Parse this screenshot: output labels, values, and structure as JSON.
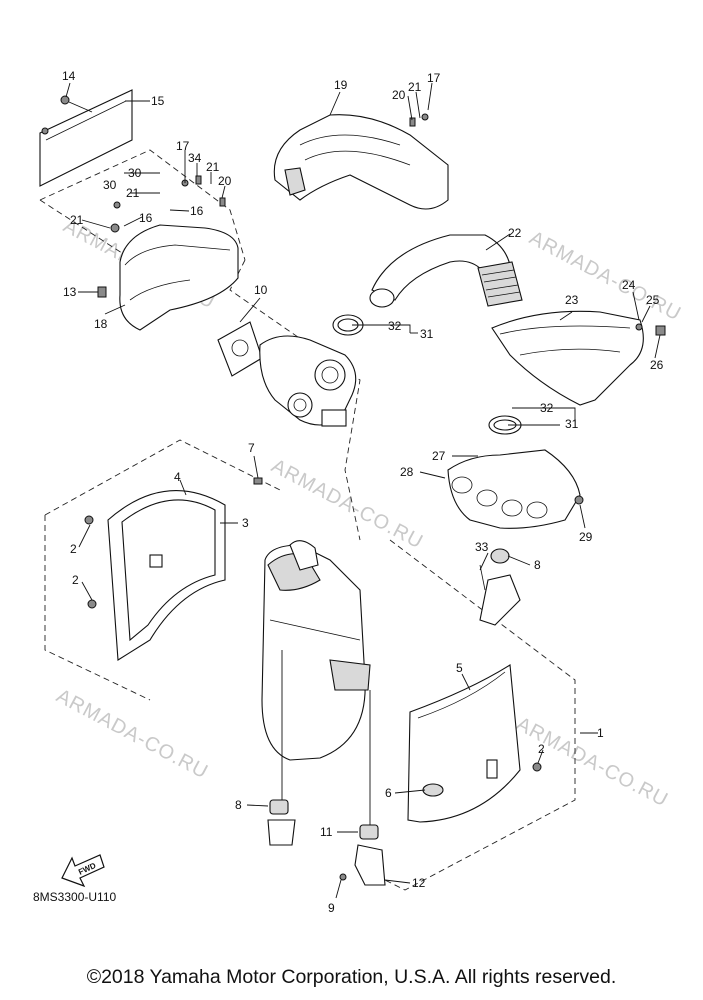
{
  "watermark": "ARMADA-CO.RU",
  "diagram_code": "8MS3300-U110",
  "copyright": "©2018 Yamaha Motor Corporation, U.S.A. All rights reserved.",
  "fwd_label": "FWD",
  "callouts": {
    "c1": "1",
    "c2a": "2",
    "c2b": "2",
    "c2c": "2",
    "c3": "3",
    "c4": "4",
    "c5": "5",
    "c6": "6",
    "c7": "7",
    "c8a": "8",
    "c8b": "8",
    "c9": "9",
    "c10": "10",
    "c11": "11",
    "c12": "12",
    "c13": "13",
    "c14": "14",
    "c15": "15",
    "c16a": "16",
    "c16b": "16",
    "c17a": "17",
    "c17b": "17",
    "c18": "18",
    "c19": "19",
    "c20a": "20",
    "c20b": "20",
    "c21a": "21",
    "c21b": "21",
    "c21c": "21",
    "c22": "22",
    "c23": "23",
    "c24": "24",
    "c25": "25",
    "c26": "26",
    "c27": "27",
    "c28": "28",
    "c29": "29",
    "c30a": "30",
    "c30b": "30",
    "c31a": "31",
    "c31b": "31",
    "c32a": "32",
    "c32b": "32",
    "c33": "33",
    "c34": "34"
  }
}
